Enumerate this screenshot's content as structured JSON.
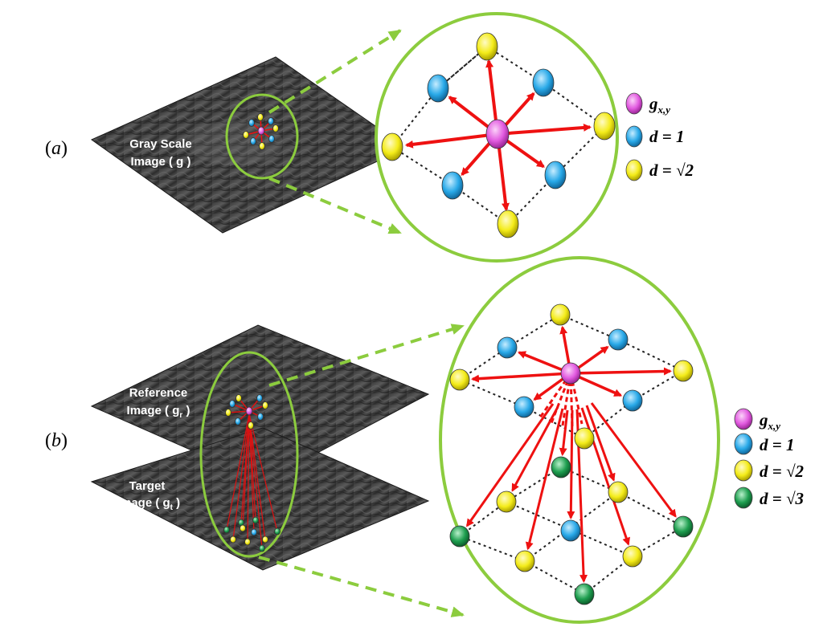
{
  "panel_a": {
    "label_prefix": "(",
    "label_letter": "a",
    "label_suffix": ")",
    "image_label_line1": "Gray Scale",
    "image_label_line2": "Image ( g )",
    "legend": [
      {
        "text": "g",
        "sub": "x,y",
        "color": "#e25be0"
      },
      {
        "text": "d = 1",
        "color": "#29a9e8"
      },
      {
        "text": "d = √2",
        "color": "#f4ec1a"
      }
    ]
  },
  "panel_b": {
    "label_prefix": "(",
    "label_letter": "b",
    "label_suffix": ")",
    "reference_label_line1": "Reference",
    "reference_label_line2": "Image ( g",
    "reference_sub": "r",
    "reference_close": " )",
    "target_label_line1": "Target",
    "target_label_line2": "Image ( g",
    "target_sub": "t",
    "target_close": " )",
    "legend": [
      {
        "text": "g",
        "sub": "x,y",
        "color": "#e25be0"
      },
      {
        "text": "d = 1",
        "color": "#29a9e8"
      },
      {
        "text": "d = √2",
        "color": "#f4ec1a"
      },
      {
        "text": "d = √3",
        "color": "#1e9e4f"
      }
    ]
  },
  "colors": {
    "center": "#e25be0",
    "d1": "#29a9e8",
    "d2": "#f4ec1a",
    "d3": "#1e9e4f",
    "arrow": "#ee1111",
    "circle": "#8ccc3e",
    "lattice": "#222222"
  }
}
